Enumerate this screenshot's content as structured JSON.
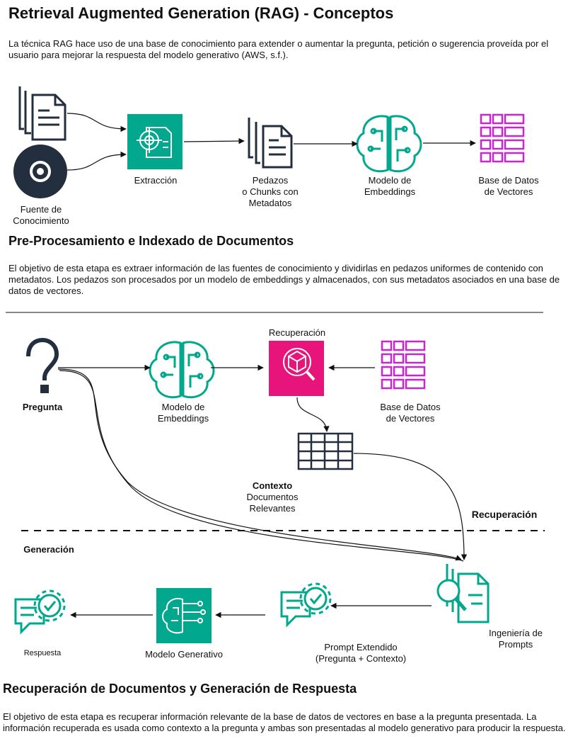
{
  "title": "Retrieval Augmented Generation (RAG) - Conceptos",
  "intro": "La técnica RAG hace uso de una base de conocimiento para extender o aumentar la pregunta, petición o sugerencia proveída por el usuario para mejorar la respuesta del modelo generativo (AWS, s.f.).",
  "section1": {
    "heading": "Pre-Procesamiento e Indexado de Documentos",
    "text": "El objetivo de esta etapa es extraer información de las fuentes de conocimiento y dividirlas en pedazos uniformes de contenido con metadatos. Los pedazos son procesados por un modelo de embeddings y almacenados, con sus metadatos asociados en una base de datos de vectores.",
    "nodes": {
      "source": "Fuente de\nConocimiento",
      "extraction": "Extracción",
      "chunks": "Pedazos\no Chunks con\nMetadatos",
      "embeddings": "Modelo de\nEmbeddings",
      "vectordb": "Base de Datos\nde Vectores"
    }
  },
  "section2": {
    "nodes": {
      "question": "Pregunta",
      "embeddings": "Modelo de\nEmbeddings",
      "retrieval_top": "Recuperación",
      "vectordb": "Base de Datos\nde Vectores",
      "context_bold": "Contexto",
      "context": "Documentos\nRelevantes",
      "prompt_eng": "Ingeniería de\nPrompts",
      "extended_prompt": "Prompt Extendido\n(Pregunta + Contexto)",
      "gen_model": "Modelo Generativo",
      "answer": "Respuesta"
    },
    "zone_retrieval": "Recuperación",
    "zone_generation": "Generación",
    "heading": "Recuperación de Documentos y Generación de Respuesta",
    "text": "El objetivo de esta etapa es recuperar información relevante de la base de datos de vectores en base a la pregunta presentada. La información recuperada es usada como contexto a la pregunta y ambas son presentadas al modelo generativo para producir la respuesta."
  },
  "colors": {
    "teal": "#01A88D",
    "green_box": "#01A88D",
    "magenta": "#C925D1",
    "pink_box": "#E7157B",
    "dark": "#232F3E"
  }
}
